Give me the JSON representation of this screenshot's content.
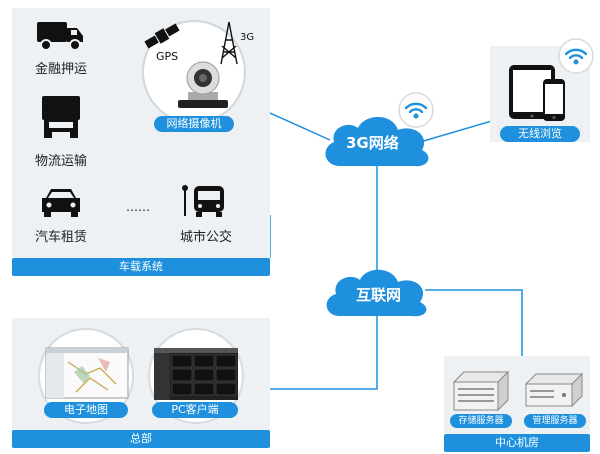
{
  "vehicle_system": {
    "title": "车载系统",
    "items": [
      {
        "label": "金融押运",
        "icon": "truck-icon"
      },
      {
        "label": "物流运输",
        "icon": "box-truck-icon"
      },
      {
        "label": "汽车租赁",
        "icon": "car-icon"
      },
      {
        "label": "城市公交",
        "icon": "bus-icon"
      }
    ],
    "ellipsis": "……",
    "camera": {
      "label": "网络摄像机",
      "gps": "GPS",
      "net": "3G"
    }
  },
  "network_3g": {
    "label": "3G网络"
  },
  "internet": {
    "label": "互联网"
  },
  "wireless": {
    "label": "无线浏览"
  },
  "hq": {
    "title": "总部",
    "items": [
      {
        "label": "电子地图"
      },
      {
        "label": "PC客户端"
      }
    ]
  },
  "datacenter": {
    "title": "中心机房",
    "items": [
      {
        "label": "存储服务器"
      },
      {
        "label": "管理服务器"
      }
    ]
  },
  "colors": {
    "accent": "#1e90dd",
    "panel": "#edf1f4",
    "line": "#1e90dd"
  }
}
